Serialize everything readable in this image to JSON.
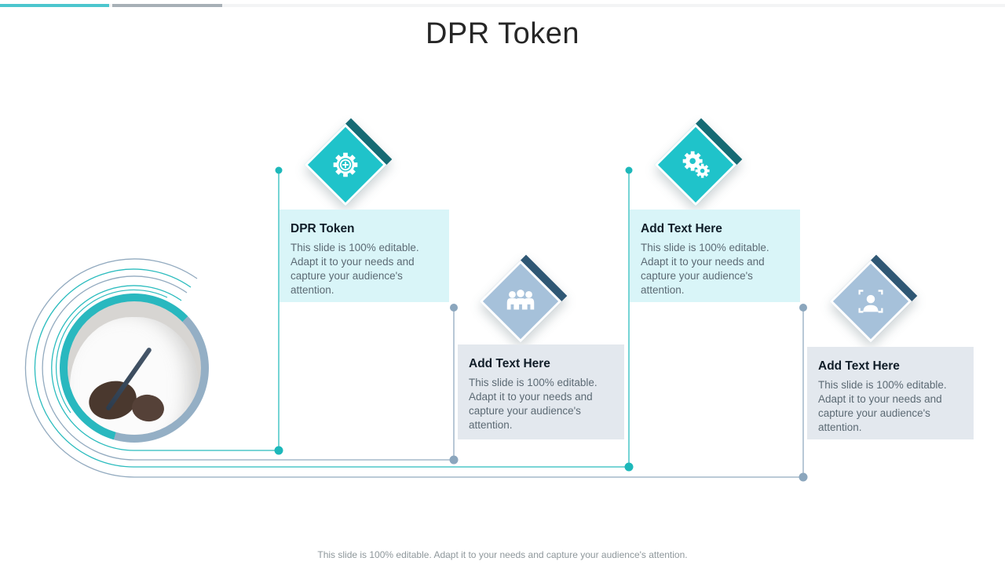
{
  "slide": {
    "title": "DPR Token",
    "footer": "This slide is 100% editable. Adapt it to your needs and capture your audience's attention."
  },
  "cards": [
    {
      "heading": "DPR Token",
      "body": "This slide is 100% editable. Adapt it to your needs and capture your audience's attention.",
      "theme": "cyan",
      "icon": "gear-plus-icon"
    },
    {
      "heading": "Add Text Here",
      "body": "This slide is 100% editable. Adapt it to your needs and capture your audience's attention.",
      "theme": "gray",
      "icon": "people-icon"
    },
    {
      "heading": "Add Text Here",
      "body": "This slide is 100% editable. Adapt it to your needs and capture your audience's attention.",
      "theme": "cyan",
      "icon": "gears-icon"
    },
    {
      "heading": "Add Text Here",
      "body": "This slide is 100% editable. Adapt it to your needs and capture your audience's attention.",
      "theme": "gray",
      "icon": "face-scan-icon"
    }
  ],
  "colors": {
    "diamond_teal": "#1fc3ca",
    "diamond_teal_dark": "#156a73",
    "diamond_navy": "#2f5774",
    "diamond_steel": "#a6c1da",
    "card_cyan_bg": "#d9f5f8",
    "card_gray_bg": "#e3e8ee",
    "line_teal": "#2bbcbe",
    "line_gray": "#92aabf",
    "topbar_teal": "#4cc6ce",
    "topbar_gray": "#a7b0b6"
  }
}
